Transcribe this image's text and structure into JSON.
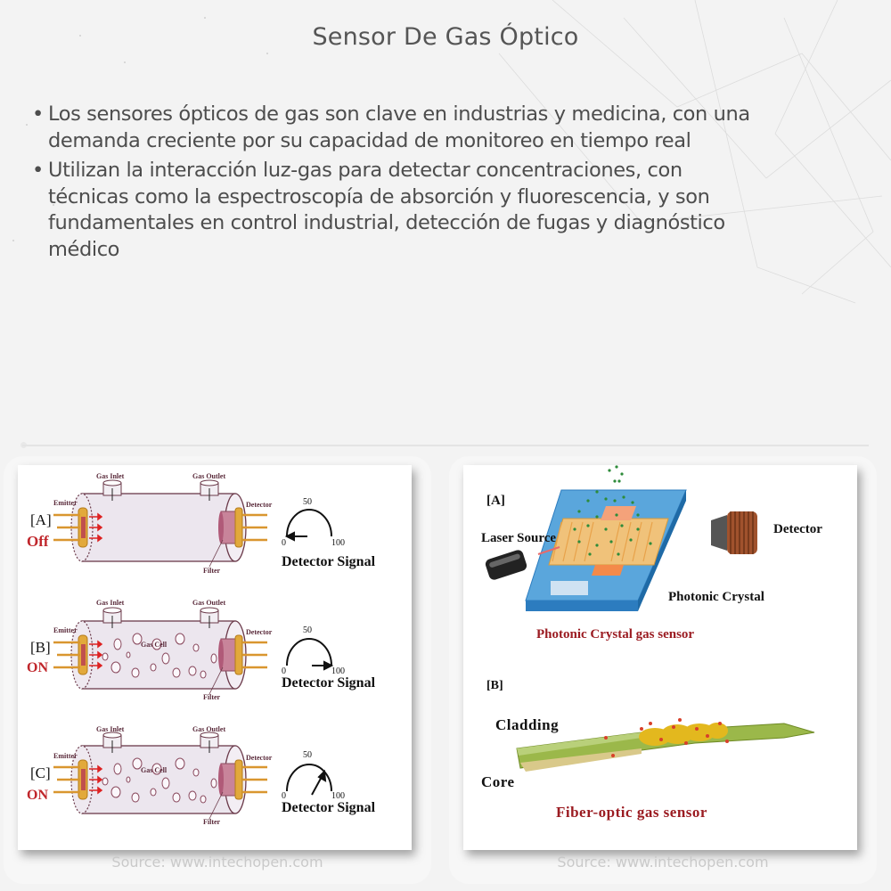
{
  "page": {
    "title": "Sensor De Gas Óptico",
    "bullets": [
      {
        "lines": [
          "Los sensores ópticos de gas son clave en industrias y medicina, con una",
          "demanda creciente por su capacidad de monitoreo en tiempo real"
        ]
      },
      {
        "lines": [
          "Utilizan la interacción luz-gas para detectar concentraciones, con",
          "técnicas como la espectroscopía de absorción y fluorescencia, y son",
          "fundamentales en control industrial, detección de fugas y diagnóstico",
          "médico"
        ]
      }
    ],
    "bullet_glyph": "•"
  },
  "left_figure": {
    "source": "Source: www.intechopen.com",
    "panels": [
      {
        "tag": "[A]",
        "state": "Off",
        "gas_inlet": "Gas Inlet",
        "gas_outlet": "Gas Outlet",
        "emitter": "Emitter",
        "detector": "Detector",
        "filter": "Filter",
        "gas_cell": "",
        "gauge": {
          "min": "0",
          "mid": "50",
          "max": "100",
          "reading": 0
        },
        "signal_label": "Detector Signal"
      },
      {
        "tag": "[B]",
        "state": "ON",
        "gas_inlet": "Gas Inlet",
        "gas_outlet": "Gas Outlet",
        "emitter": "Emitter",
        "detector": "Detector",
        "filter": "Filter",
        "gas_cell": "Gas Cell",
        "gauge": {
          "min": "0",
          "mid": "50",
          "max": "100",
          "reading": 100
        },
        "signal_label": "Detector Signal"
      },
      {
        "tag": "[C]",
        "state": "ON",
        "gas_inlet": "Gas Inlet",
        "gas_outlet": "Gas Outlet",
        "emitter": "Emitter",
        "detector": "Detector",
        "filter": "Filter",
        "gas_cell": "Gas Cell",
        "gauge": {
          "min": "0",
          "mid": "50",
          "max": "100",
          "reading": 65
        },
        "signal_label": "Detector Signal"
      }
    ]
  },
  "right_figure": {
    "source": "Source: www.intechopen.com",
    "panel_a": {
      "tag": "[A]",
      "laser_source": "Laser Source",
      "detector": "Detector",
      "photonic_crystal": "Photonic Crystal",
      "caption": "Photonic Crystal gas sensor"
    },
    "panel_b": {
      "tag": "[B]",
      "cladding": "Cladding",
      "core": "Core",
      "caption": "Fiber-optic gas sensor"
    }
  },
  "colors": {
    "state_red": "#c0262b",
    "caption_red": "#9b1c22",
    "outline": "#6b3a4a",
    "emitter_orange": "#e2a93b",
    "crystal_blue": "#3a8fd0",
    "fiber_green": "#8fae3a"
  }
}
